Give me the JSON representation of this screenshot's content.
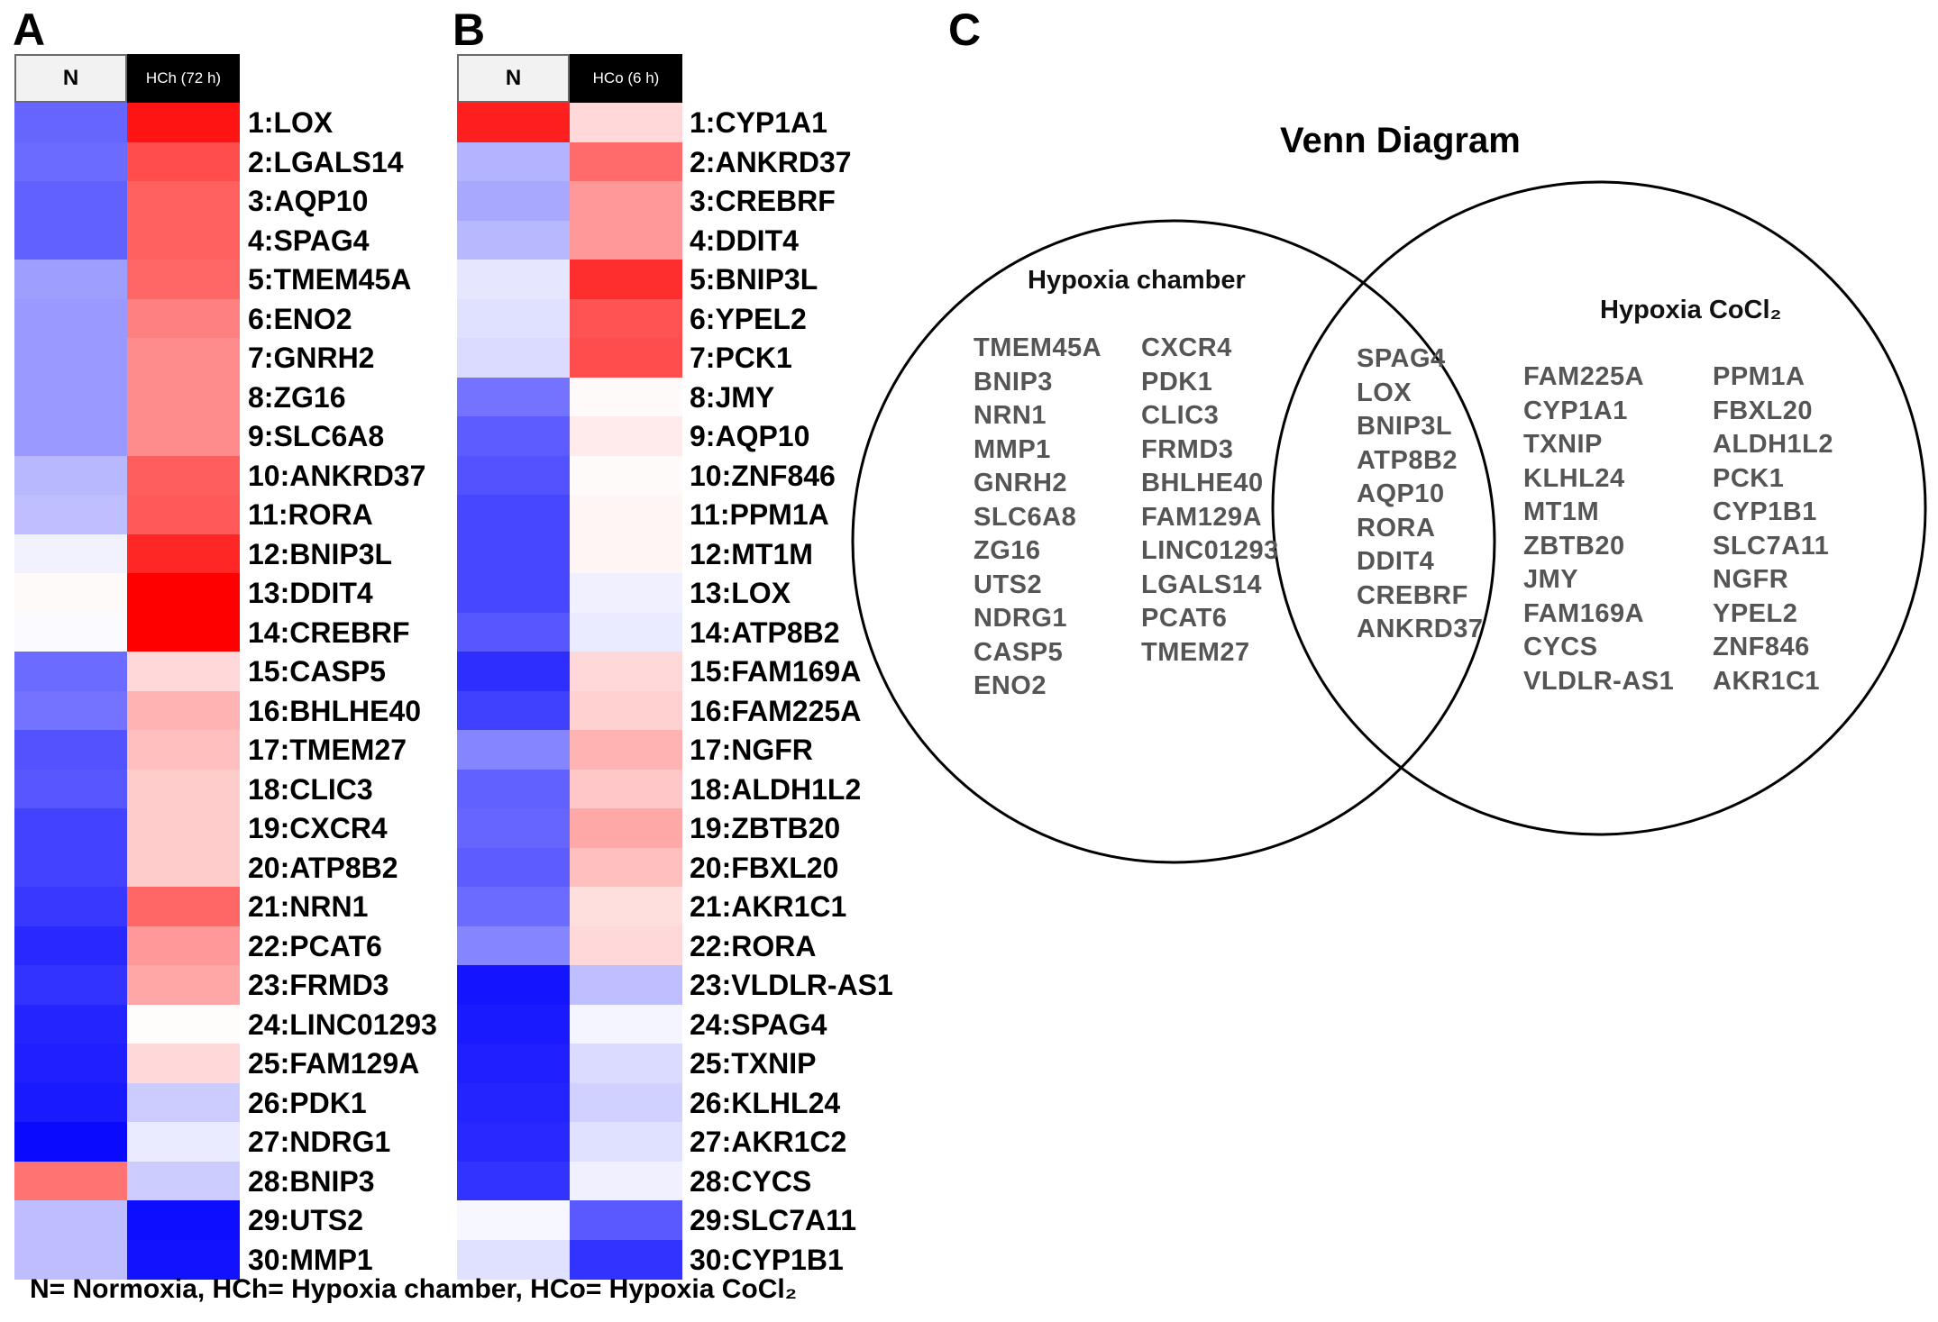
{
  "footnote": "N= Normoxia, HCh= Hypoxia chamber, HCo= Hypoxia CoCl₂",
  "chart_data": [
    {
      "type": "heatmap",
      "panel": "A",
      "columns": [
        "N",
        "HCh (72 h)"
      ],
      "rows": [
        "1:LOX",
        "2:LGALS14",
        "3:AQP10",
        "4:SPAG4",
        "5:TMEM45A",
        "6:ENO2",
        "7:GNRH2",
        "8:ZG16",
        "9:SLC6A8",
        "10:ANKRD37",
        "11:RORA",
        "12:BNIP3L",
        "13:DDIT4",
        "14:CREBRF",
        "15:CASP5",
        "16:BHLHE40",
        "17:TMEM27",
        "18:CLIC3",
        "19:CXCR4",
        "20:ATP8B2",
        "21:NRN1",
        "22:PCAT6",
        "23:FRMD3",
        "24:LINC01293",
        "25:FAM129A",
        "26:PDK1",
        "27:NDRG1",
        "28:BNIP3",
        "29:UTS2",
        "30:MMP1"
      ],
      "values": [
        [
          -0.6,
          0.92
        ],
        [
          -0.58,
          0.7
        ],
        [
          -0.62,
          0.62
        ],
        [
          -0.62,
          0.62
        ],
        [
          -0.38,
          0.6
        ],
        [
          -0.4,
          0.5
        ],
        [
          -0.4,
          0.45
        ],
        [
          -0.4,
          0.45
        ],
        [
          -0.4,
          0.45
        ],
        [
          -0.28,
          0.63
        ],
        [
          -0.25,
          0.65
        ],
        [
          -0.05,
          0.85
        ],
        [
          0.02,
          1.0
        ],
        [
          -0.02,
          1.0
        ],
        [
          -0.58,
          0.15
        ],
        [
          -0.55,
          0.3
        ],
        [
          -0.68,
          0.25
        ],
        [
          -0.66,
          0.2
        ],
        [
          -0.74,
          0.2
        ],
        [
          -0.74,
          0.2
        ],
        [
          -0.78,
          0.6
        ],
        [
          -0.84,
          0.4
        ],
        [
          -0.8,
          0.35
        ],
        [
          -0.86,
          0.01
        ],
        [
          -0.88,
          0.15
        ],
        [
          -0.9,
          -0.2
        ],
        [
          -0.96,
          -0.08
        ],
        [
          0.55,
          -0.2
        ],
        [
          -0.26,
          -0.95
        ],
        [
          -0.26,
          -0.93
        ]
      ],
      "color_scale": {
        "low": "#0000ff",
        "mid": "#ffffff",
        "high": "#ff0000"
      }
    },
    {
      "type": "heatmap",
      "panel": "B",
      "columns": [
        "N",
        "HCo (6 h)"
      ],
      "rows": [
        "1:CYP1A1",
        "2:ANKRD37",
        "3:CREBRF",
        "4:DDIT4",
        "5:BNIP3L",
        "6:YPEL2",
        "7:PCK1",
        "8:JMY",
        "9:AQP10",
        "10:ZNF846",
        "11:PPM1A",
        "12:MT1M",
        "13:LOX",
        "14:ATP8B2",
        "15:FAM169A",
        "16:FAM225A",
        "17:NGFR",
        "18:ALDH1L2",
        "19:ZBTB20",
        "20:FBXL20",
        "21:AKR1C1",
        "22:RORA",
        "23:VLDLR-AS1",
        "24:SPAG4",
        "25:TXNIP",
        "26:KLHL24",
        "27:AKR1C2",
        "28:CYCS",
        "29:SLC7A11",
        "30:CYP1B1"
      ],
      "values": [
        [
          0.88,
          0.15
        ],
        [
          -0.3,
          0.58
        ],
        [
          -0.34,
          0.4
        ],
        [
          -0.28,
          0.4
        ],
        [
          -0.1,
          0.82
        ],
        [
          -0.12,
          0.68
        ],
        [
          -0.14,
          0.7
        ],
        [
          -0.55,
          0.02
        ],
        [
          -0.64,
          0.08
        ],
        [
          -0.68,
          0.02
        ],
        [
          -0.72,
          0.04
        ],
        [
          -0.72,
          0.04
        ],
        [
          -0.72,
          -0.06
        ],
        [
          -0.66,
          -0.08
        ],
        [
          -0.82,
          0.15
        ],
        [
          -0.75,
          0.18
        ],
        [
          -0.48,
          0.3
        ],
        [
          -0.62,
          0.22
        ],
        [
          -0.6,
          0.34
        ],
        [
          -0.64,
          0.25
        ],
        [
          -0.58,
          0.13
        ],
        [
          -0.48,
          0.15
        ],
        [
          -0.92,
          -0.25
        ],
        [
          -0.9,
          -0.04
        ],
        [
          -0.88,
          -0.14
        ],
        [
          -0.86,
          -0.18
        ],
        [
          -0.84,
          -0.12
        ],
        [
          -0.8,
          -0.06
        ],
        [
          -0.03,
          -0.65
        ],
        [
          -0.12,
          -0.8
        ]
      ],
      "color_scale": {
        "low": "#0000ff",
        "mid": "#ffffff",
        "high": "#ff0000"
      }
    },
    {
      "type": "venn",
      "panel": "C",
      "title": "Venn Diagram",
      "sets": [
        {
          "name": "Hypoxia chamber",
          "unique_col1": [
            "TMEM45A",
            "BNIP3",
            "NRN1",
            "MMP1",
            "GNRH2",
            "SLC6A8",
            "ZG16",
            "UTS2",
            "NDRG1",
            "CASP5",
            "ENO2"
          ],
          "unique_col2": [
            "CXCR4",
            "PDK1",
            "CLIC3",
            "FRMD3",
            "BHLHE40",
            "FAM129A",
            "LINC01293",
            "LGALS14",
            "PCAT6",
            "TMEM27"
          ]
        },
        {
          "name": "Hypoxia CoCl₂",
          "unique_col1": [
            "FAM225A",
            "CYP1A1",
            "TXNIP",
            "KLHL24",
            "MT1M",
            "ZBTB20",
            "JMY",
            "FAM169A",
            "CYCS",
            "VLDLR-AS1"
          ],
          "unique_col2": [
            "PPM1A",
            "FBXL20",
            "ALDH1L2",
            "PCK1",
            "CYP1B1",
            "SLC7A11",
            "NGFR",
            "YPEL2",
            "ZNF846",
            "AKR1C1"
          ]
        }
      ],
      "intersection": [
        "SPAG4",
        "LOX",
        "BNIP3L",
        "ATP8B2",
        "AQP10",
        "RORA",
        "DDIT4",
        "CREBRF",
        "ANKRD37"
      ]
    }
  ]
}
